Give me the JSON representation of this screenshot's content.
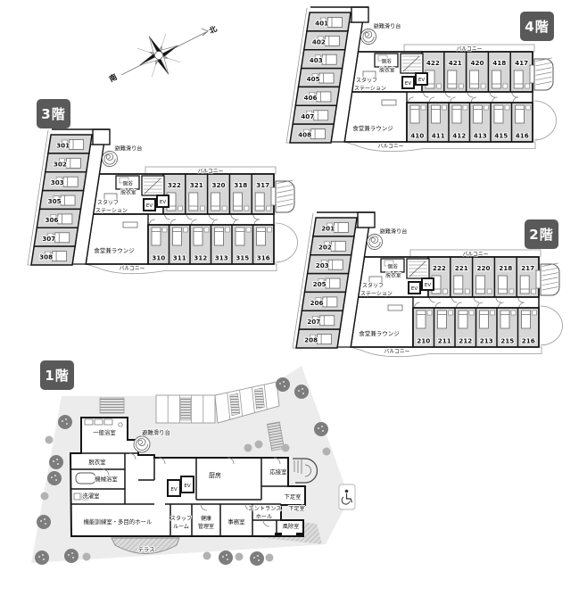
{
  "compass": {
    "north": "北",
    "south": "南"
  },
  "floors": [
    {
      "id": "4f",
      "badge": "4階",
      "wing_rooms": [
        "401",
        "402",
        "403",
        "405",
        "406",
        "407",
        "408"
      ],
      "top_rooms": [
        "422",
        "421",
        "420",
        "418",
        "417"
      ],
      "bottom_rooms": [
        "410",
        "411",
        "412",
        "413",
        "415",
        "416"
      ],
      "labels": {
        "slide": "避難滑り台",
        "balcony_top": "バルコニー",
        "balcony_bottom": "バルコニー",
        "bath": "個浴",
        "dressing": "脱衣室",
        "staff1": "スタッフ",
        "staff2": "ステーション",
        "lounge": "食堂兼ラウンジ",
        "ev1": "EV",
        "ev2": "EV"
      }
    },
    {
      "id": "3f",
      "badge": "3階",
      "wing_rooms": [
        "301",
        "302",
        "303",
        "305",
        "306",
        "307",
        "308"
      ],
      "top_rooms": [
        "322",
        "321",
        "320",
        "318",
        "317"
      ],
      "bottom_rooms": [
        "310",
        "311",
        "312",
        "313",
        "315",
        "316"
      ],
      "labels": {
        "slide": "避難滑り台",
        "balcony_top": "バルコニー",
        "balcony_bottom": "バルコニー",
        "bath": "個浴",
        "dressing": "脱衣室",
        "staff1": "スタッフ",
        "staff2": "ステーション",
        "lounge": "食堂兼ラウンジ",
        "ev1": "EV",
        "ev2": "EV"
      }
    },
    {
      "id": "2f",
      "badge": "2階",
      "wing_rooms": [
        "201",
        "202",
        "203",
        "205",
        "206",
        "207",
        "208"
      ],
      "top_rooms": [
        "222",
        "221",
        "220",
        "218",
        "217"
      ],
      "bottom_rooms": [
        "210",
        "211",
        "212",
        "213",
        "215",
        "216"
      ],
      "labels": {
        "slide": "避難滑り台",
        "balcony_top": "バルコニー",
        "balcony_bottom": "バルコニー",
        "bath": "個浴",
        "dressing": "脱衣室",
        "staff1": "スタッフ",
        "staff2": "ステーション",
        "lounge": "食堂兼ラウンジ",
        "ev1": "EV",
        "ev2": "EV"
      }
    },
    {
      "id": "1f",
      "badge": "1階",
      "rooms": {
        "bath_general": "一般浴室",
        "slide": "避難滑り台",
        "dressing": "脱衣室",
        "bath_mechanical": "機械浴室",
        "laundry": "洗濯室",
        "training_hall": "機能訓練室・多目的ホール",
        "staff1": "スタッフ",
        "staff2": "ルーム",
        "health1": "健康",
        "health2": "管理室",
        "office": "事務室",
        "kitchen": "厨房",
        "reception": "応接室",
        "shoe_room_upper": "下足室",
        "entrance1": "エントランス",
        "entrance2": "ホール",
        "shoe_room_lower": "下足室",
        "windbreak": "風除室",
        "terrace": "テラス",
        "ev1": "EV",
        "ev2": "EV"
      }
    }
  ],
  "colors": {
    "room_fill": "#d7d7d7",
    "wall": "#141414",
    "site": "#ececec",
    "badge_bg": "#595959",
    "thin_line": "#999999",
    "tree": "#7d7d7d",
    "bush": "#b2b2b2"
  }
}
